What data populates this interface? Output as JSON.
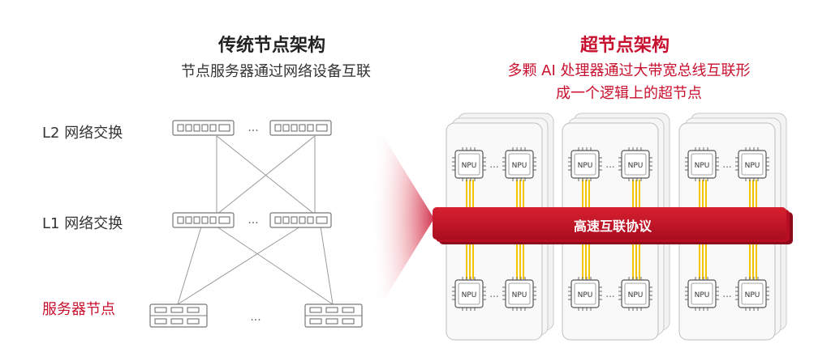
{
  "left": {
    "title": "传统节点架构",
    "subtitle": "节点服务器通过网络设备互联",
    "layers": {
      "l2": "L2 网络交换",
      "l1": "L1 网络交换",
      "servers": "服务器节点"
    },
    "ellipsis": "..."
  },
  "right": {
    "title": "超节点架构",
    "subtitle_line1": "多颗 AI 处理器通过大带宽总线互联形",
    "subtitle_line2": "成一个逻辑上的超节点",
    "bus_label": "高速互联协议",
    "chip_label": "NPU",
    "ellipsis": "..."
  },
  "colors": {
    "accent": "#c8102e",
    "bus_gold": "#f2c500",
    "line_gray": "#9a9a9a"
  }
}
